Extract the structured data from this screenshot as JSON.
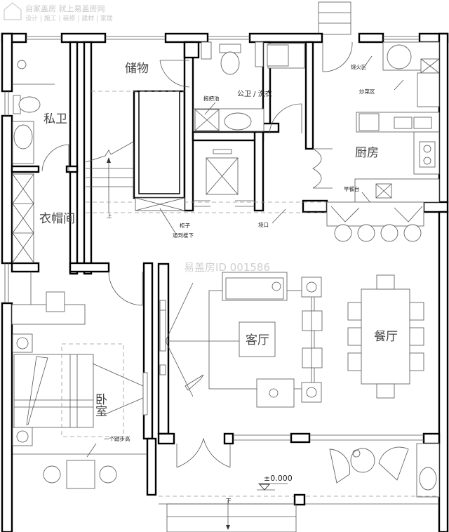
{
  "watermark": {
    "brand_line": "自家盖房 就上易盖房网",
    "services_line": "设计 | 施工 | 装修 | 建材 | 家居",
    "id_stamp": "易盖房ID 001586"
  },
  "rooms": {
    "storage": "储物",
    "private_bath": "私卫",
    "cloakroom": "衣帽间",
    "public_bath_laundry": "公卫 / 洗衣",
    "kitchen": "厨房",
    "bedroom": "卧室",
    "living_room": "客厅",
    "dining_room": "餐厅"
  },
  "annotations": {
    "mop_sink": "拖把池",
    "fire_zone": "烧火区",
    "stir_fry_zone": "炒菜区",
    "breakfast_bar": "早餐台",
    "cabinet": "柜子",
    "cabinet_sub": "通到楼下",
    "pass_opening": "垭口",
    "walk_in_step": "一个踏步高",
    "stair_up": "上",
    "stair_down": "下"
  },
  "elevation": {
    "level": "±0.000"
  }
}
